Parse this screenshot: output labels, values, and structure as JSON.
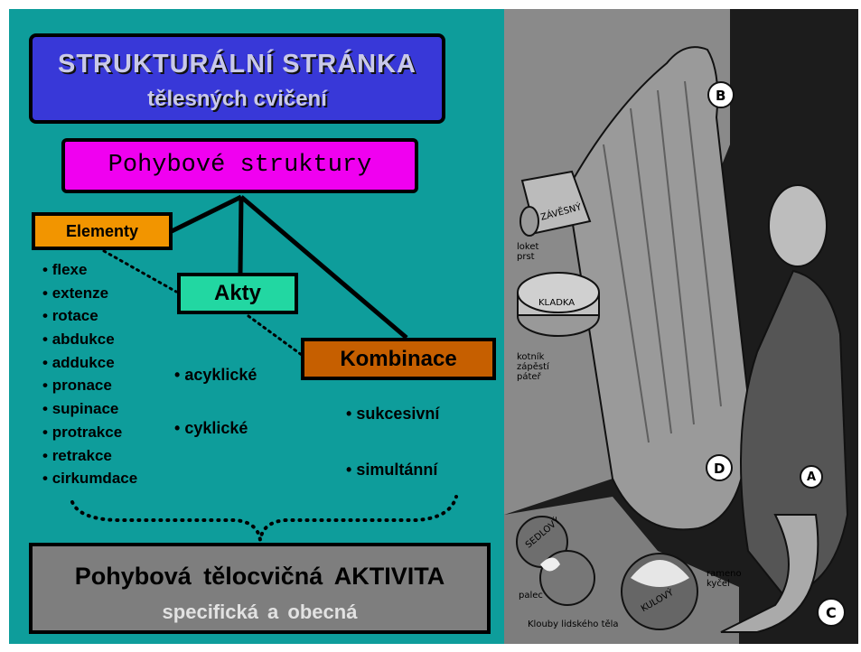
{
  "title": {
    "line1": "STRUKTURÁLNÍ STRÁNKA",
    "line2": "tělesných cvičení"
  },
  "root_node": "Pohybové struktury",
  "elementy": {
    "label": "Elementy",
    "items": [
      "flexe",
      "extenze",
      "rotace",
      "abdukce",
      "addukce",
      "pronace",
      "supinace",
      "protrakce",
      "retrakce",
      "cirkumdace"
    ]
  },
  "akty": {
    "label": "Akty",
    "items": [
      "acyklické",
      "cyklické"
    ]
  },
  "kombinace": {
    "label": "Kombinace",
    "items": [
      "sukcesivní",
      "simultánní"
    ]
  },
  "aktivita": {
    "line1": "Pohybová tělocvičná AKTIVITA",
    "line2": "specifická a obecná"
  },
  "illustration": {
    "markers": [
      "B",
      "D",
      "A",
      "C"
    ],
    "joint_labels": {
      "A": "ZÁVĚSNÝ",
      "A_note": "loket prst",
      "B": "KLADKA",
      "B_note": "kotník zápěstí páteř",
      "C": "SEDLOVÝ",
      "C_note": "palec",
      "D": "KULOVÝ",
      "D_note": "rameno kyčel"
    },
    "caption": "Klouby lidského těla"
  },
  "colors": {
    "background": "#0E9D9B",
    "title_box": "#3838D8",
    "root_box": "#F000F0",
    "elementy_box": "#F29500",
    "akty_box": "#22D7A2",
    "kombinace_box": "#C65F00",
    "aktivita_box": "#7E7E7E"
  }
}
